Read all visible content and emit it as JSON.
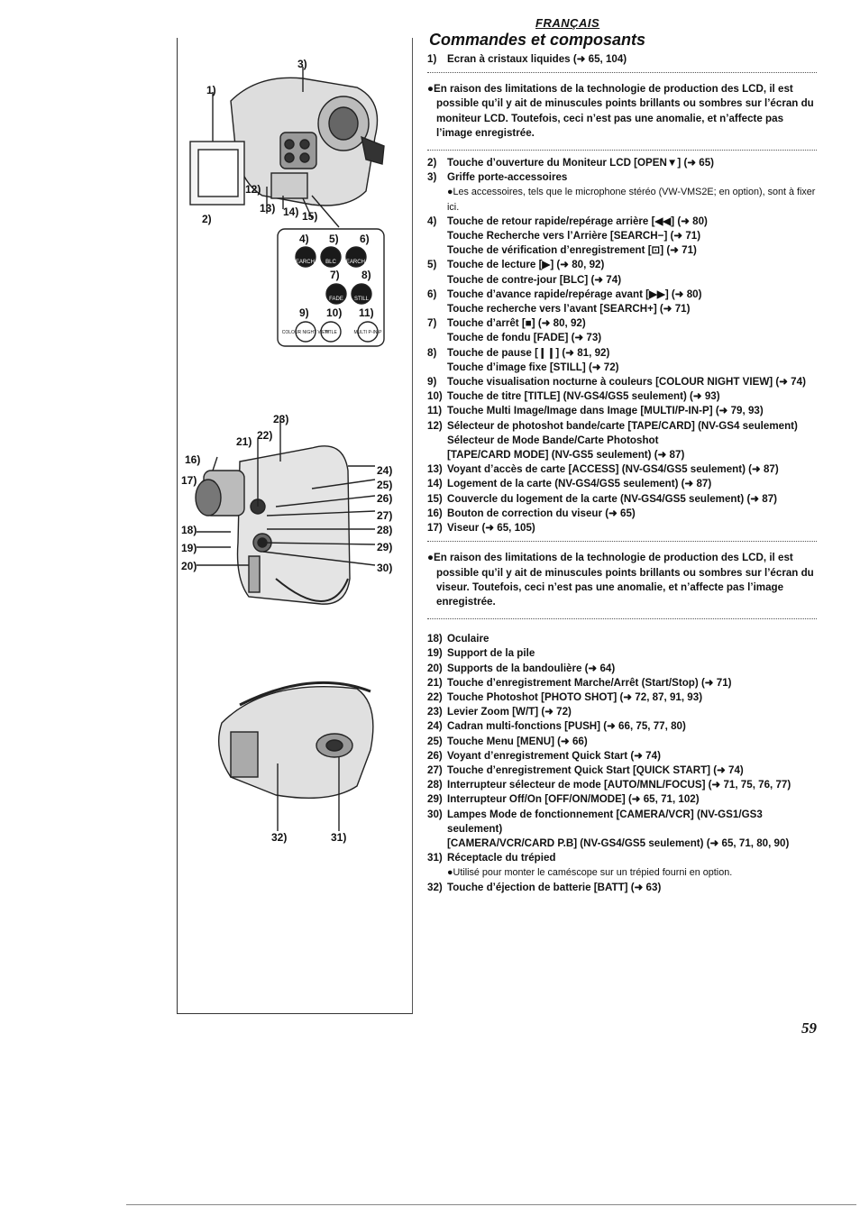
{
  "header": {
    "language": "FRANÇAIS",
    "title": "Commandes et composants"
  },
  "items_a": [
    {
      "n": "1)",
      "t": "Ecran à cristaux liquides (➜ 65, 104)"
    }
  ],
  "note1": "●En raison des limitations de la technologie de production des LCD, il est possible qu’il y ait de minuscules points brillants ou sombres sur l’écran du moniteur LCD. Toutefois, ceci n’est pas une anomalie, et n’affecte pas l’image enregistrée.",
  "items_b": [
    {
      "n": "2)",
      "t": "Touche d’ouverture du Moniteur LCD [OPEN▼] (➜ 65)"
    },
    {
      "n": "3)",
      "t": "Griffe porte-accessoires",
      "sub": "●Les accessoires, tels que le microphone stéréo (VW-VMS2E; en option), sont à fixer ici."
    },
    {
      "n": "4)",
      "t": "Touche de retour rapide/repérage arrière [◀◀] (➜ 80)\nTouche Recherche vers l’Arrière [SEARCH−] (➜ 71)\nTouche de vérification d’enregistrement [⊡] (➜ 71)"
    },
    {
      "n": "5)",
      "t": "Touche de lecture [▶] (➜ 80, 92)\nTouche de contre-jour [BLC] (➜ 74)"
    },
    {
      "n": "6)",
      "t": "Touche d’avance rapide/repérage avant [▶▶] (➜ 80)\nTouche recherche vers l’avant [SEARCH+] (➜ 71)"
    },
    {
      "n": "7)",
      "t": "Touche d’arrêt [■] (➜ 80, 92)\nTouche de fondu [FADE] (➜ 73)"
    },
    {
      "n": "8)",
      "t": "Touche de pause [❙❙] (➜ 81, 92)\nTouche d’image fixe [STILL] (➜ 72)"
    },
    {
      "n": "9)",
      "t": "Touche visualisation nocturne à couleurs [COLOUR NIGHT VIEW] (➜ 74)"
    },
    {
      "n": "10)",
      "t": "Touche de titre [TITLE] (NV-GS4/GS5 seulement) (➜ 93)"
    },
    {
      "n": "11)",
      "t": "Touche Multi Image/Image dans Image [MULTI/P-IN-P] (➜ 79, 93)"
    },
    {
      "n": "12)",
      "t": "Sélecteur de photoshot bande/carte [TAPE/CARD] (NV-GS4 seulement)\nSélecteur de Mode Bande/Carte Photoshot\n[TAPE/CARD MODE] (NV-GS5 seulement) (➜ 87)"
    },
    {
      "n": "13)",
      "t": "Voyant d’accès de carte [ACCESS] (NV-GS4/GS5 seulement) (➜ 87)"
    },
    {
      "n": "14)",
      "t": "Logement de la carte (NV-GS4/GS5 seulement) (➜ 87)"
    },
    {
      "n": "15)",
      "t": "Couvercle du logement de la carte (NV-GS4/GS5 seulement) (➜ 87)"
    },
    {
      "n": "16)",
      "t": "Bouton de correction du viseur (➜ 65)"
    },
    {
      "n": "17)",
      "t": "Viseur (➜ 65, 105)"
    }
  ],
  "note2": "●En raison des limitations de la technologie de production des LCD, il est possible qu’il y ait de minuscules points brillants ou sombres sur l’écran du viseur. Toutefois, ceci n’est pas une anomalie, et n’affecte pas l’image enregistrée.",
  "items_c": [
    {
      "n": "18)",
      "t": "Oculaire"
    },
    {
      "n": "19)",
      "t": "Support de la pile"
    },
    {
      "n": "20)",
      "t": "Supports de la bandoulière (➜ 64)"
    },
    {
      "n": "21)",
      "t": "Touche d’enregistrement Marche/Arrêt (Start/Stop) (➜ 71)"
    },
    {
      "n": "22)",
      "t": "Touche Photoshot [PHOTO SHOT] (➜ 72, 87, 91, 93)"
    },
    {
      "n": "23)",
      "t": "Levier Zoom [W/T] (➜ 72)"
    },
    {
      "n": "24)",
      "t": "Cadran multi-fonctions [PUSH] (➜ 66, 75, 77, 80)"
    },
    {
      "n": "25)",
      "t": "Touche Menu [MENU] (➜ 66)"
    },
    {
      "n": "26)",
      "t": "Voyant d’enregistrement Quick Start (➜ 74)"
    },
    {
      "n": "27)",
      "t": "Touche d’enregistrement Quick Start [QUICK START] (➜ 74)"
    },
    {
      "n": "28)",
      "t": "Interrupteur sélecteur de mode [AUTO/MNL/FOCUS] (➜ 71, 75, 76, 77)"
    },
    {
      "n": "29)",
      "t": "Interrupteur Off/On [OFF/ON/MODE] (➜ 65, 71, 102)"
    },
    {
      "n": "30)",
      "t": "Lampes Mode de fonctionnement [CAMERA/VCR] (NV-GS1/GS3 seulement)\n[CAMERA/VCR/CARD P.B] (NV-GS4/GS5 seulement) (➜ 65, 71, 80, 90)"
    },
    {
      "n": "31)",
      "t": "Réceptacle du trépied",
      "sub": "●Utilisé pour monter le caméscope sur un trépied fourni en option."
    },
    {
      "n": "32)",
      "t": "Touche d’éjection de batterie [BATT] (➜ 63)"
    }
  ],
  "figure_labels": {
    "l1": "1)",
    "l2": "2)",
    "l3": "3)",
    "l12": "12)",
    "l13": "13)",
    "l14": "14)",
    "l15": "15)",
    "l4": "4)",
    "l5": "5)",
    "l6": "6)",
    "l7": "7)",
    "l8": "8)",
    "l9": "9)",
    "l10": "10)",
    "l11": "11)",
    "l16": "16)",
    "l17": "17)",
    "l18": "18)",
    "l19": "19)",
    "l20": "20)",
    "l21": "21)",
    "l22": "22)",
    "l23": "23)",
    "l24": "24)",
    "l25": "25)",
    "l26": "26)",
    "l27": "27)",
    "l28": "28)",
    "l29": "29)",
    "l30": "30)",
    "l31": "31)",
    "l32": "32)"
  },
  "button_labels": {
    "search_minus": "SEARCH −",
    "blc": "BLC",
    "search_plus": "SEARCH +",
    "fade": "FADE",
    "still": "STILL",
    "colour_night_view": "COLOUR NIGHT VIEW",
    "title": "TITLE",
    "multi": "MULTI P-IN-P"
  },
  "page_number": "59"
}
